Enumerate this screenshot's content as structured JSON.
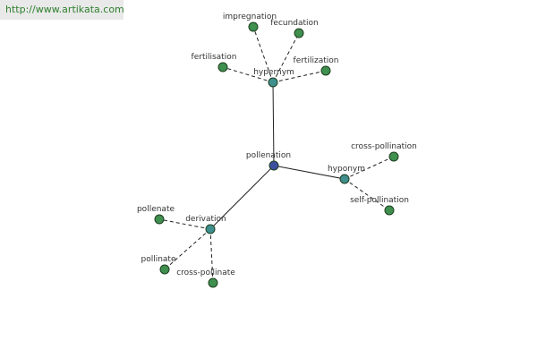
{
  "watermark": "http://www.artikata.com",
  "colors": {
    "center": "#3f4f9f",
    "category": "#3f8f8f",
    "leaf": "#3f8f4f",
    "watermark_text": "#2d7f2d"
  },
  "graph": {
    "center": {
      "id": "pollenation",
      "label": "pollenation"
    },
    "categories": [
      {
        "id": "hypernym",
        "label": "hypernym",
        "leaves": [
          {
            "id": "impregnation",
            "label": "impregnation"
          },
          {
            "id": "fecundation",
            "label": "fecundation"
          },
          {
            "id": "fertilisation",
            "label": "fertilisation"
          },
          {
            "id": "fertilization",
            "label": "fertilization"
          }
        ]
      },
      {
        "id": "hyponym",
        "label": "hyponym",
        "leaves": [
          {
            "id": "cross-pollination",
            "label": "cross-pollination"
          },
          {
            "id": "self-pollination",
            "label": "self-pollination"
          }
        ]
      },
      {
        "id": "derivation",
        "label": "derivation",
        "leaves": [
          {
            "id": "pollenate",
            "label": "pollenate"
          },
          {
            "id": "pollinate",
            "label": "pollinate"
          },
          {
            "id": "cross-pollinate",
            "label": "cross-pollinate"
          }
        ]
      }
    ]
  }
}
